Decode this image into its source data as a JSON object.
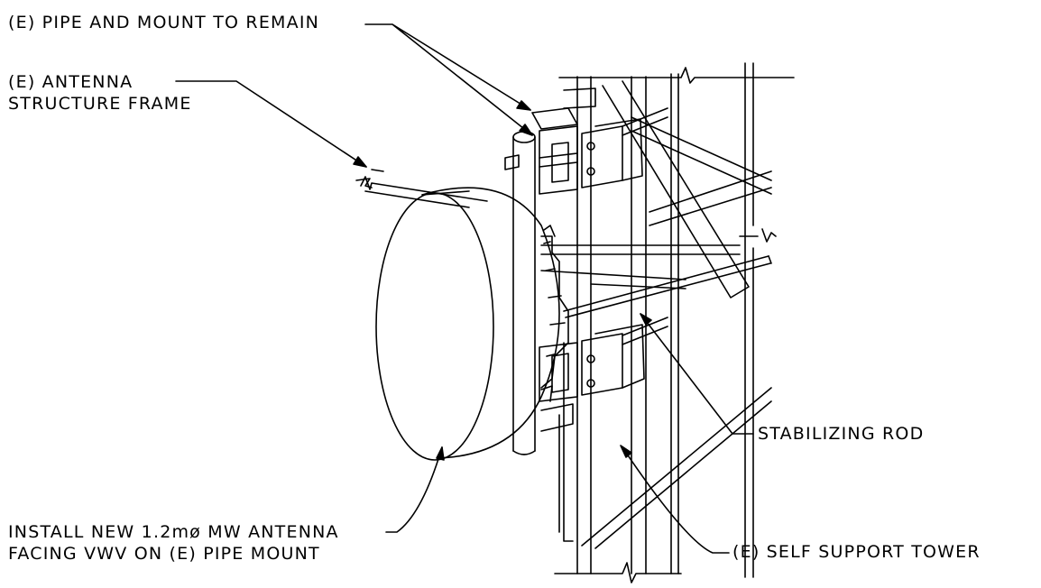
{
  "drawing": {
    "labels": {
      "pipe_mount": "(E) PIPE AND MOUNT TO REMAIN",
      "structure_frame_line1": "(E) ANTENNA",
      "structure_frame_line2": "STRUCTURE FRAME",
      "stabilizing_rod": "STABILIZING ROD",
      "self_support_tower": "(E) SELF SUPPORT TOWER",
      "install_line1": "INSTALL NEW 1.2mø MW ANTENNA",
      "install_line2": "FACING VWV ON (E) PIPE MOUNT"
    },
    "colors": {
      "ink": "#000000",
      "background": "#ffffff"
    }
  }
}
